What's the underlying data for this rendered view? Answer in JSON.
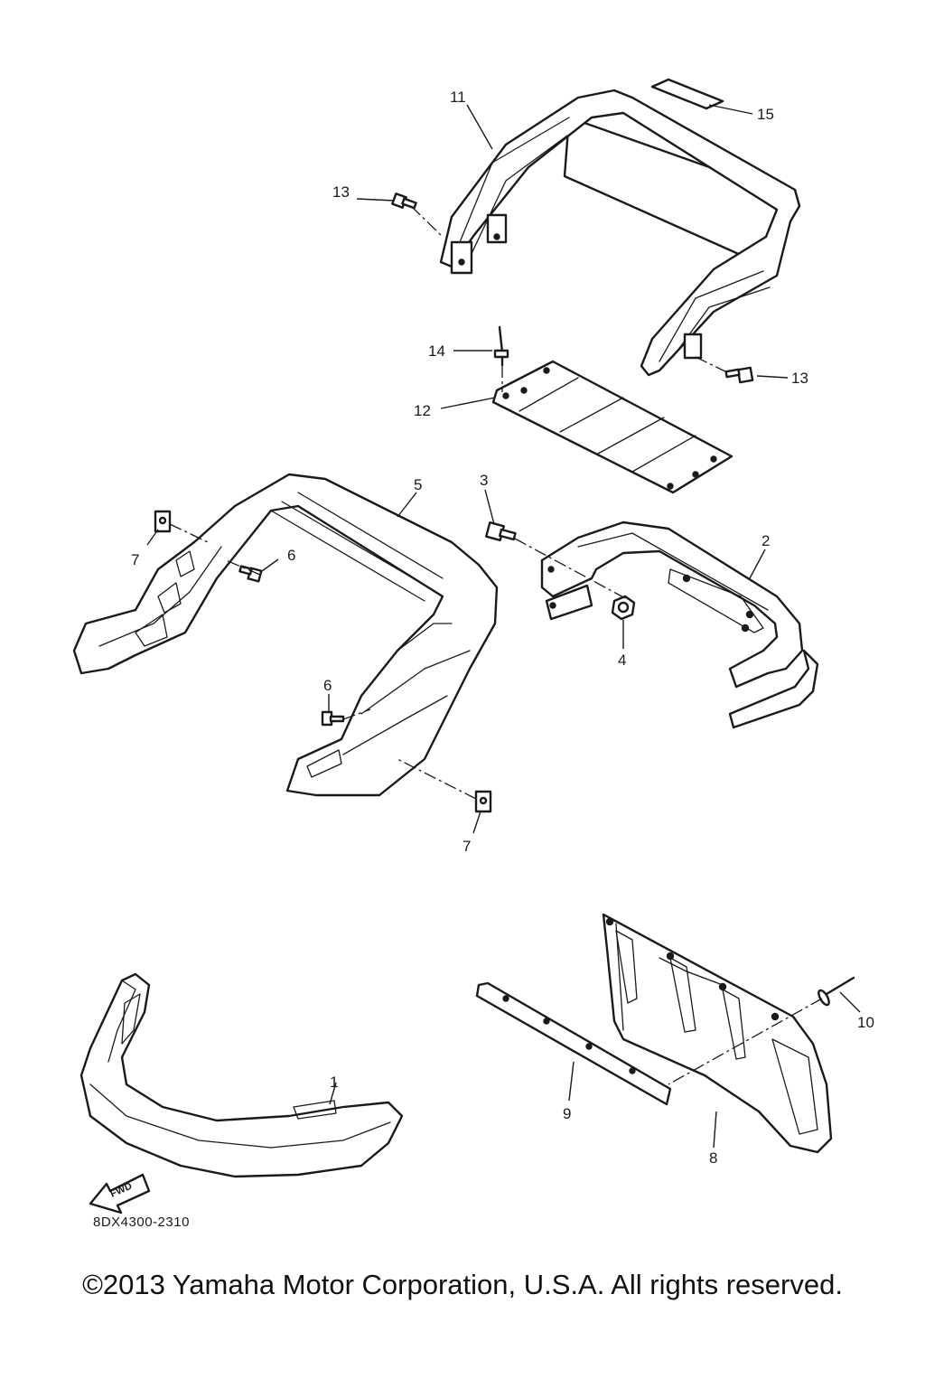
{
  "diagram": {
    "code": "8DX4300-2310",
    "fwd_label": "FWD",
    "callouts": {
      "c1": "1",
      "c2": "2",
      "c3": "3",
      "c4": "4",
      "c5": "5",
      "c6a": "6",
      "c6b": "6",
      "c7a": "7",
      "c7b": "7",
      "c8": "8",
      "c9": "9",
      "c10": "10",
      "c11": "11",
      "c12": "12",
      "c13a": "13",
      "c13b": "13",
      "c14": "14",
      "c15": "15"
    }
  },
  "footer": {
    "copyright": "©2013 Yamaha Motor Corporation, U.S.A. All rights reserved."
  }
}
